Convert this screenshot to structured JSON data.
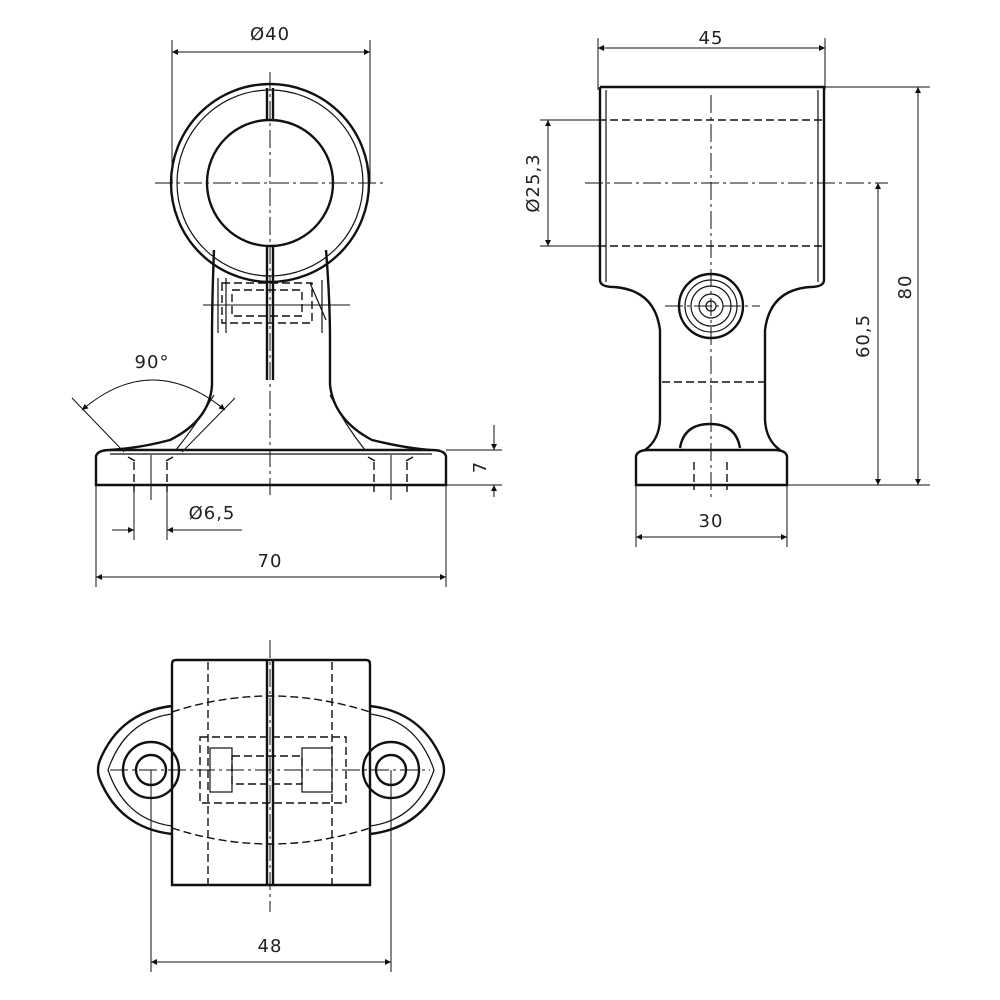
{
  "colors": {
    "line": "#111111",
    "text": "#222222",
    "background": "#ffffff"
  },
  "front_view": {
    "dim_diameter_outer": "Ø40",
    "dim_angle": "90°",
    "dim_base_thickness": "7",
    "dim_hole_diameter": "Ø6,5",
    "dim_base_length": "70"
  },
  "side_view": {
    "dim_width": "45",
    "dim_bore_diameter": "Ø25,3",
    "dim_total_height": "80",
    "dim_axis_height": "60,5",
    "dim_base_width": "30"
  },
  "top_view": {
    "dim_hole_spacing": "48"
  }
}
